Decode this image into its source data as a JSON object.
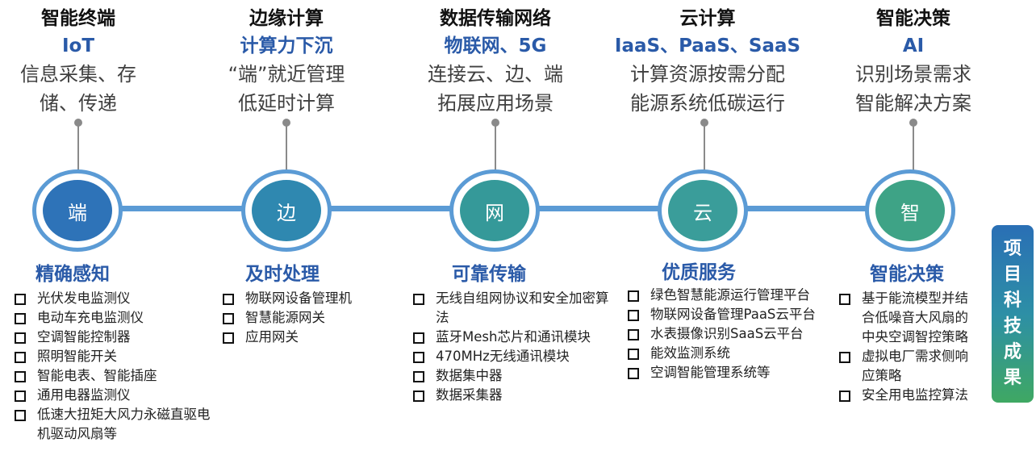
{
  "stages": [
    {
      "title": "智能终端",
      "subtitle": "IoT",
      "desc": [
        "信息采集、存",
        "储、传递"
      ],
      "node_label": "端",
      "node_color": "#2e73b8",
      "heading": "精确感知",
      "items": [
        "光伏发电监测仪",
        "电动车充电监测仪",
        "空调智能控制器",
        "照明智能开关",
        "智能电表、智能插座",
        "通用电器监测仪",
        "低速大扭矩大风力永磁直驱电机驱动风扇等"
      ]
    },
    {
      "title": "边缘计算",
      "subtitle": "计算力下沉",
      "desc": [
        "“端”就近管理",
        "低延时计算"
      ],
      "node_label": "边",
      "node_color": "#2f88b0",
      "heading": "及时处理",
      "items": [
        "物联网设备管理机",
        "智慧能源网关",
        "应用网关"
      ]
    },
    {
      "title": "数据传输网络",
      "subtitle": "物联网、5G",
      "desc": [
        "连接云、边、端",
        "拓展应用场景"
      ],
      "node_label": "网",
      "node_color": "#359999",
      "heading": "可靠传输",
      "items": [
        "无线自组网协议和安全加密算法",
        "蓝牙Mesh芯片和通讯模块",
        "470MHz无线通讯模块",
        "数据集中器",
        "数据采集器"
      ]
    },
    {
      "title": "云计算",
      "subtitle": "IaaS、PaaS、SaaS",
      "desc": [
        "计算资源按需分配",
        "能源系统低碳运行"
      ],
      "node_label": "云",
      "node_color": "#3a9d9a",
      "heading": "优质服务",
      "items": [
        "绿色智慧能源运行管理平台",
        "物联网设备管理PaaS云平台",
        "水表摄像识别SaaS云平台",
        "能效监测系统",
        "空调智能管理系统等"
      ]
    },
    {
      "title": "智能决策",
      "subtitle": "AI",
      "desc": [
        "识别场景需求",
        "智能解决方案"
      ],
      "node_label": "智",
      "node_color": "#3ea386",
      "heading": "智能决策",
      "items": [
        "基于能流模型并结合低噪音大风扇的中央空调智控策略",
        "虚拟电厂需求侧响应策略",
        "安全用电监控算法"
      ]
    }
  ],
  "side_badge": {
    "label": [
      "项",
      "目",
      "科",
      "技",
      "成",
      "果"
    ]
  },
  "colors": {
    "accent_blue": "#2a5aa8",
    "axis_line": "#5b9bd5",
    "stem_gray": "#8a8a8a"
  }
}
